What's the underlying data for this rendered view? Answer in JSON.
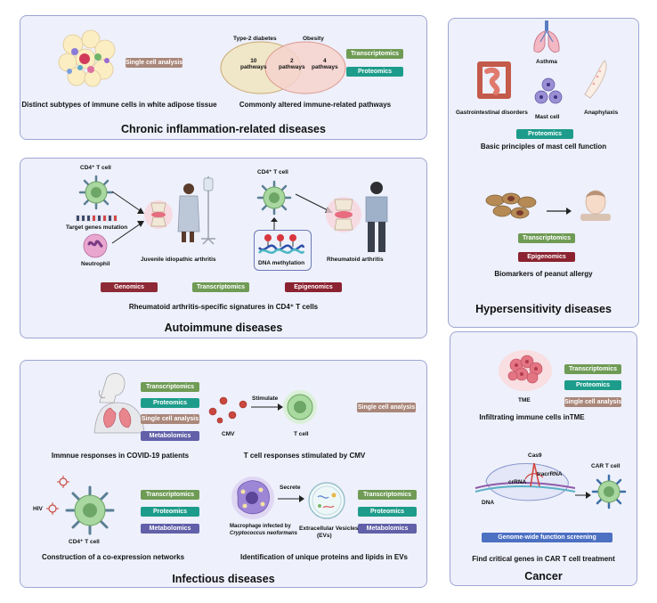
{
  "chronic": {
    "title": "Chronic inflammation-related diseases",
    "tag_single_cell": "Single cell analysis",
    "caption_left": "Distinct subtypes of immune cells  in white adipose tissue",
    "venn_label_t2d": "Type-2 diabetes",
    "venn_label_obesity": "Obesity",
    "venn_left": "10\npathways",
    "venn_mid": "2\npathways",
    "venn_right": "4\npathways",
    "tag_transcriptomics": "Transcriptomics",
    "tag_proteomics": "Proteomics",
    "caption_right": "Commonly altered immune-related pathways"
  },
  "hyper": {
    "title": "Hypersensitivity diseases",
    "asthma": "Asthma",
    "gi": "Gastrointestinal disorders",
    "mast_cell": "Mast cell",
    "anaphylaxis": "Anaphylaxis",
    "tag_proteomics": "Proteomics",
    "caption_top": "Basic principles of mast cell function",
    "tag_transcriptomics": "Transcriptomics",
    "tag_epigenomics": "Epigenomics",
    "caption_bottom": "Biomarkers of peanut allergy"
  },
  "auto": {
    "title": "Autoimmune diseases",
    "cd4_left": "CD4⁺ T cell",
    "target_genes": "Target genes mutation",
    "neutrophil": "Neutrophil",
    "jia": "Juvenile idiopathic arthritis",
    "cd4_mid": "CD4⁺ T cell",
    "dna_methylation": "DNA methylation",
    "ra": "Rheumatoid arthritis",
    "tag_genomics": "Genomics",
    "tag_transcriptomics": "Transcriptomics",
    "tag_epigenomics": "Epigenomics",
    "caption": "Rheumatoid arthritis-specific signatures in CD4⁺ T cells"
  },
  "infect": {
    "title": "Infectious diseases",
    "tag_t1": "Transcriptomics",
    "tag_p1": "Proteomics",
    "tag_s1": "Single cell analysis",
    "tag_m1": "Metabolomics",
    "caption_covid": "Immnue responses in COVID-19 patients",
    "stimulate": "Stimulate",
    "cmv": "CMV",
    "t_cell": "T cell",
    "tag_s2": "Single cell analysis",
    "caption_cmv": "T cell responses stimulated by CMV",
    "hiv": "HIV",
    "cd4": "CD4⁺ T cell",
    "tag_t2": "Transcriptomics",
    "tag_p2": "Proteomics",
    "tag_m2": "Metabolomics",
    "caption_coexp": "Construction of a co-expression networks",
    "macrophage_line1": "Macrophage infected by",
    "macrophage_line2": "Cryptococcus neoformans",
    "secrete": "Secrete",
    "ev_line1": "Extracellular Vesicles",
    "ev_line2": "(EVs)",
    "tag_t3": "Transcriptomics",
    "tag_p3": "Proteomics",
    "tag_m3": "Metabolomics",
    "caption_evs": "Identification of unique proteins and lipids in EVs"
  },
  "cancer": {
    "title": "Cancer",
    "tag_t": "Transcriptomics",
    "tag_p": "Proteomics",
    "tag_s": "Single cell analysis",
    "tme": "TME",
    "caption_top": "Infiltrating immune cells inTME",
    "cas9": "Cas9",
    "tracrrna": "tracrRNA",
    "crrna": "crRNA",
    "dna": "DNA",
    "car_t": "CAR T cell",
    "tag_genome": "Genome-wide function screening",
    "caption_bottom": "Find critical genes in CAR T cell treatment"
  }
}
